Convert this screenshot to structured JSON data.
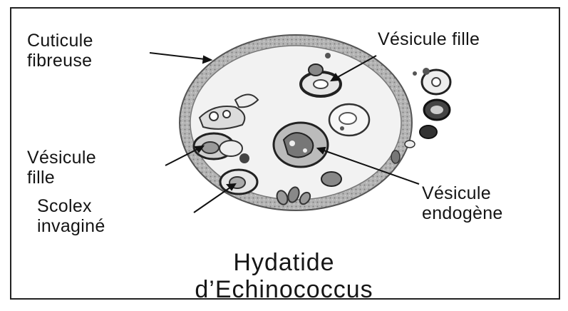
{
  "labels": {
    "cuticle_line1": "Cuticule",
    "cuticle_line2": "fibreuse",
    "vesicle_top": "Vésicule fille",
    "vesicle_left_line1": "Vésicule",
    "vesicle_left_line2": "fille",
    "scolex_line1": "Scolex",
    "scolex_line2": "invaginé",
    "endogenous_line1": "Vésicule",
    "endogenous_line2": "endogène"
  },
  "title": {
    "line1": "Hydatide",
    "line2": "d’Echinococcus"
  },
  "colors": {
    "ink": "#111111",
    "wall": "#9a9a9a",
    "cyst_fill": "#f4f4f4"
  }
}
